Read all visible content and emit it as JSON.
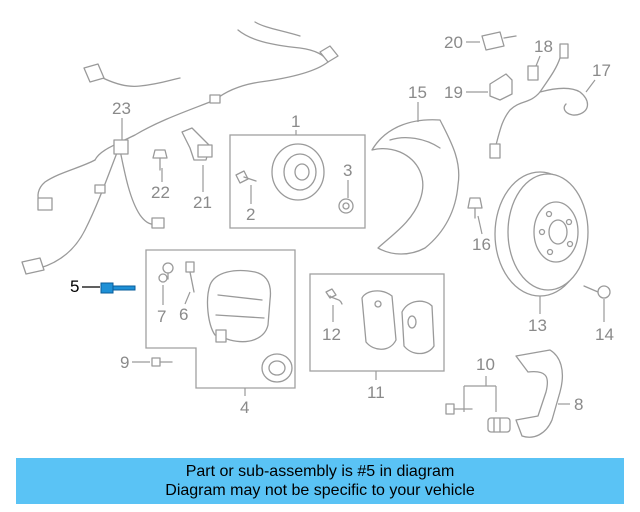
{
  "diagram": {
    "callouts": [
      "1",
      "2",
      "3",
      "4",
      "5",
      "6",
      "7",
      "8",
      "9",
      "10",
      "11",
      "12",
      "13",
      "14",
      "15",
      "16",
      "17",
      "18",
      "19",
      "20",
      "21",
      "22",
      "23"
    ],
    "highlighted_part": "5",
    "highlight_color": "#1e90d6",
    "banner_color": "#5ac3f5"
  },
  "banner": {
    "line1": "Part or sub-assembly is #5 in diagram",
    "line2": "Diagram may not be specific to your vehicle"
  }
}
